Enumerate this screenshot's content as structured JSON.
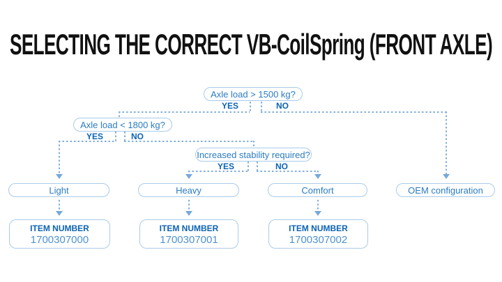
{
  "title": "SELECTING THE CORRECT VB-CoilSpring (FRONT AXLE)",
  "colors": {
    "title": "#111111",
    "diagram_text_blue": "#2b7cc2",
    "strong_blue": "#0c63b4",
    "item_number_blue": "#4e92ce",
    "box_border_blue": "#a9cbe9",
    "dashed_line_blue": "#7faedc",
    "arrow_blue": "#76a9da"
  },
  "flowchart": {
    "decisions": [
      {
        "question": "Axle load > 1500 kg?",
        "yes_label": "YES",
        "no_label": "NO"
      },
      {
        "question": "Axle load < 1800 kg?",
        "yes_label": "YES",
        "no_label": "NO"
      },
      {
        "question": "Increased stability required?",
        "yes_label": "YES",
        "no_label": "NO"
      }
    ],
    "outcomes": [
      {
        "label": "Light",
        "item_label": "ITEM NUMBER",
        "item_number": "1700307000"
      },
      {
        "label": "Heavy",
        "item_label": "ITEM NUMBER",
        "item_number": "1700307001"
      },
      {
        "label": "Comfort",
        "item_label": "ITEM NUMBER",
        "item_number": "1700307002"
      },
      {
        "label": "OEM configuration"
      }
    ]
  }
}
